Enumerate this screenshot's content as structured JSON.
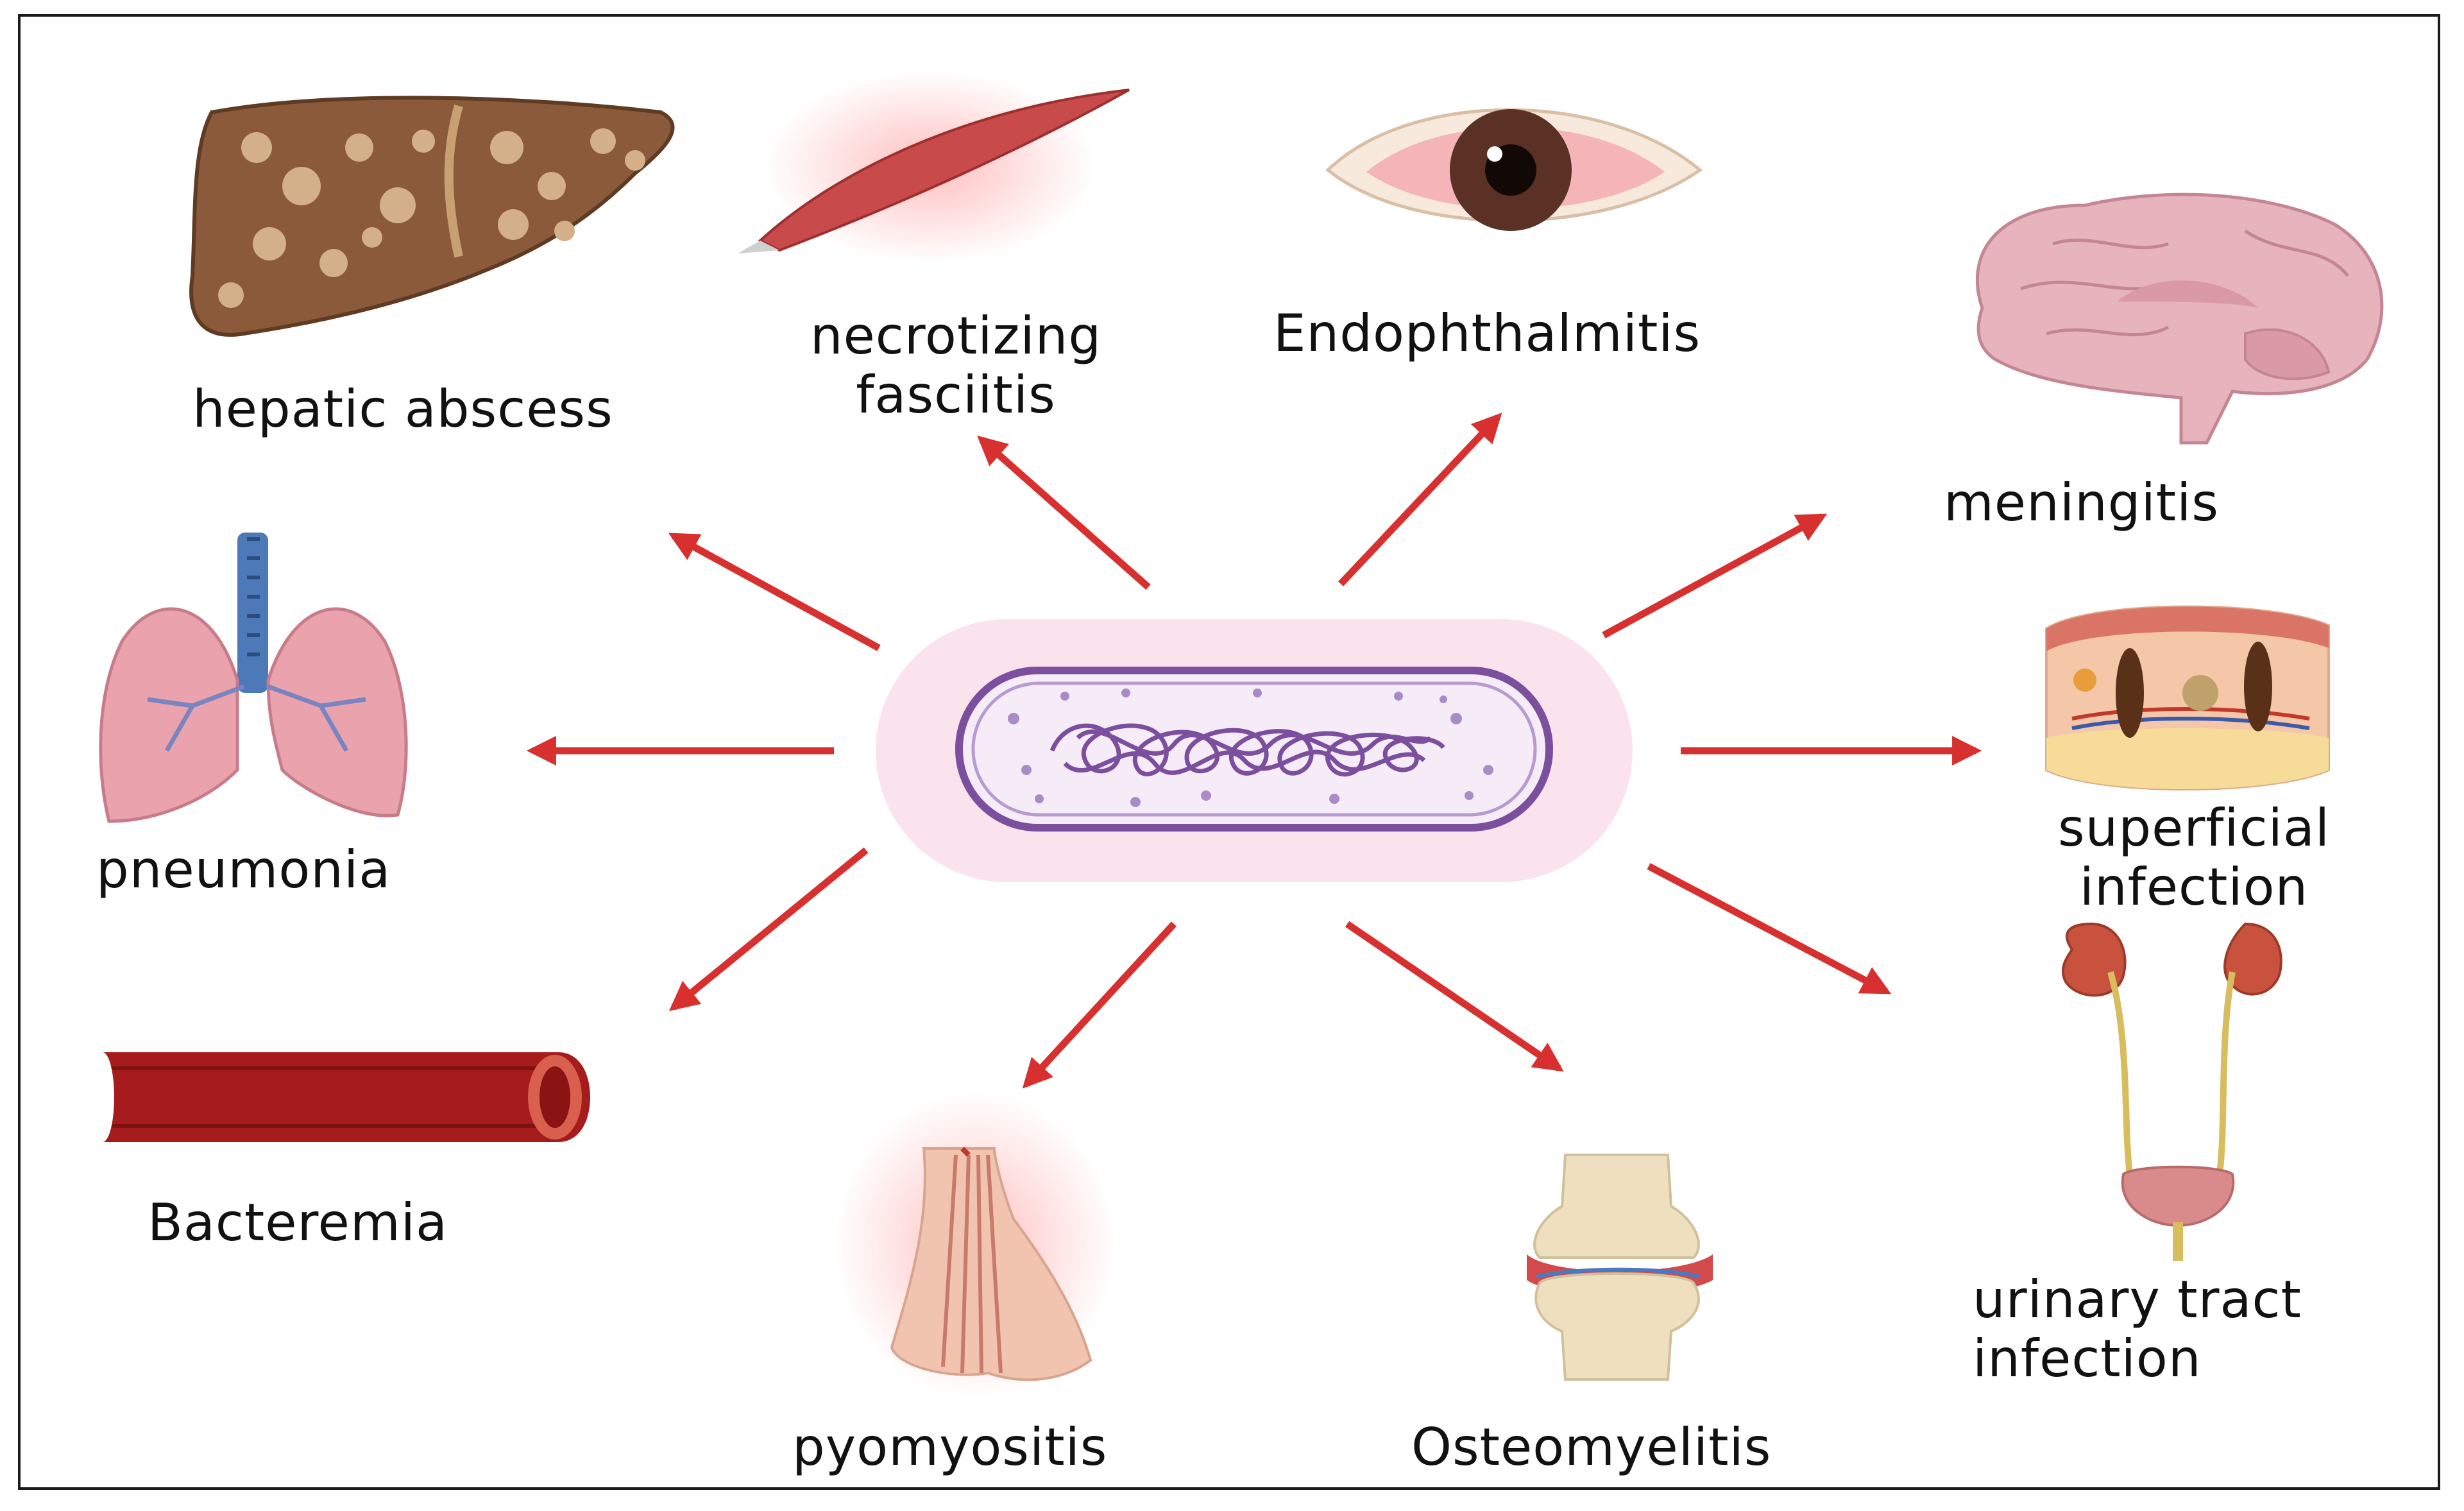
{
  "colors": {
    "arrow": "#d8302f",
    "bacterium_outline": "#7b4f9d",
    "bacterium_fill": "#f3e8f6",
    "halo": "#fbe3ee",
    "frame": "#1a1a1a"
  },
  "center": {
    "icon": "bacterium-icon"
  },
  "conditions": [
    {
      "id": "hepatic-abscess",
      "label": "hepatic abscess",
      "icon": "liver-icon"
    },
    {
      "id": "necrotizing-fasciitis",
      "label": "necrotizing\nfasciitis",
      "icon": "muscle-icon"
    },
    {
      "id": "endophthalmitis",
      "label": "Endophthalmitis",
      "icon": "eye-icon"
    },
    {
      "id": "meningitis",
      "label": "meningitis",
      "icon": "brain-icon"
    },
    {
      "id": "pneumonia",
      "label": "pneumonia",
      "icon": "lungs-icon"
    },
    {
      "id": "superficial-infection",
      "label": "superficial\ninfection",
      "icon": "skin-icon"
    },
    {
      "id": "bacteremia",
      "label": "Bacteremia",
      "icon": "blood-vessel-icon"
    },
    {
      "id": "pyomyositis",
      "label": "pyomyositis",
      "icon": "foot-icon"
    },
    {
      "id": "osteomyelitis",
      "label": "Osteomyelitis",
      "icon": "knee-joint-icon"
    },
    {
      "id": "urinary-tract-infection",
      "label": "urinary tract\ninfection",
      "icon": "urinary-tract-icon"
    }
  ]
}
